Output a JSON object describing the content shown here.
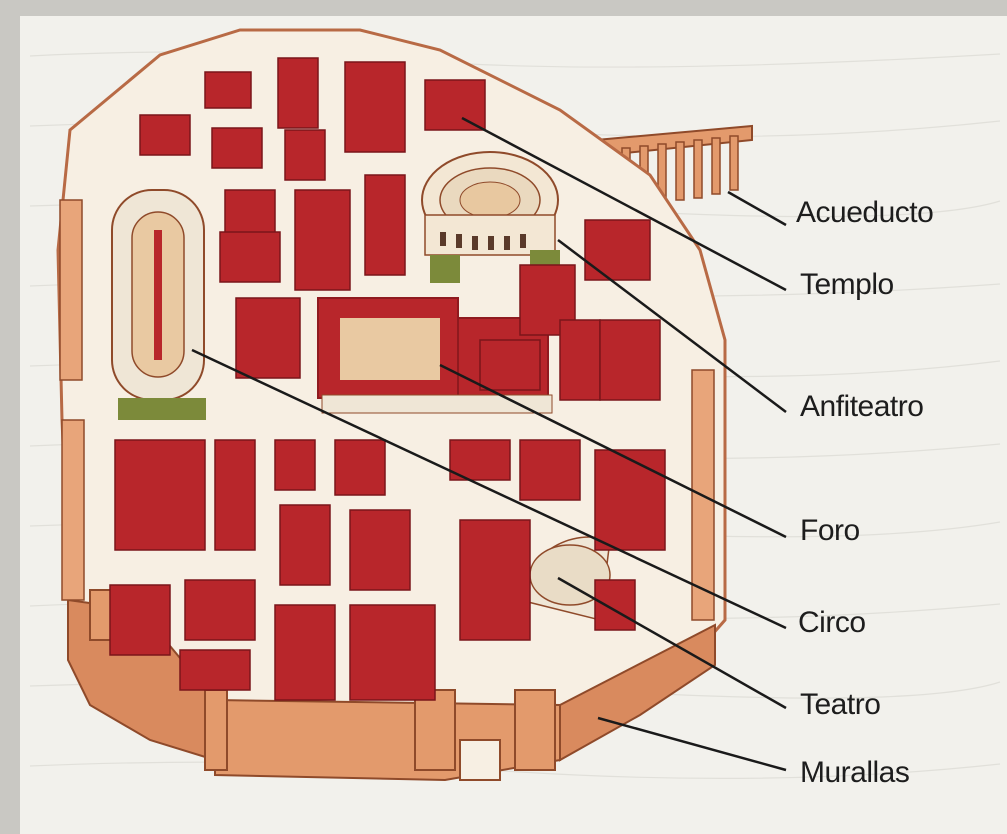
{
  "labels": {
    "acueducto": "Acueducto",
    "templo": "Templo",
    "anfiteatro": "Anfiteatro",
    "foro": "Foro",
    "circo": "Circo",
    "teatro": "Teatro",
    "murallas": "Murallas"
  },
  "colors": {
    "background": "#c9c8c3",
    "paper": "#f2f1ec",
    "roof_red": "#b8262b",
    "roof_dark": "#8f1a1f",
    "wall_orange": "#e39a6c",
    "wall_outer": "#d98a5e",
    "ground": "#f7efe3",
    "green": "#7c8a3a",
    "leader": "#1a1a1a"
  }
}
